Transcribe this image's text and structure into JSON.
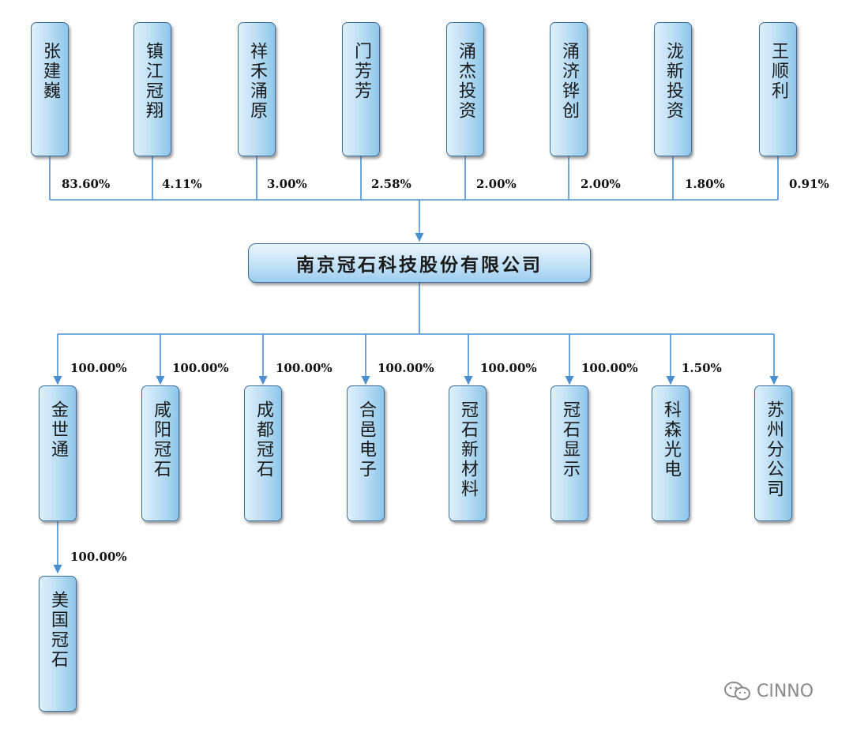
{
  "shareholders": [
    {
      "name": "张建巍",
      "pct": "83.60%"
    },
    {
      "name": "镇江冠翔",
      "pct": "4.11%"
    },
    {
      "name": "祥禾涌原",
      "pct": "3.00%"
    },
    {
      "name": "门芳芳",
      "pct": "2.58%"
    },
    {
      "name": "涌杰投资",
      "pct": "2.00%"
    },
    {
      "name": "涌济铧创",
      "pct": "2.00%"
    },
    {
      "name": "泷新投资",
      "pct": "1.80%"
    },
    {
      "name": "王顺利",
      "pct": "0.91%"
    }
  ],
  "company": "南京冠石科技股份有限公司",
  "subsidiaries": [
    {
      "name": "金世通",
      "pct": "100.00%"
    },
    {
      "name": "咸阳冠石",
      "pct": "100.00%"
    },
    {
      "name": "成都冠石",
      "pct": "100.00%"
    },
    {
      "name": "合邑电子",
      "pct": "100.00%"
    },
    {
      "name": "冠石新材料",
      "pct": "100.00%"
    },
    {
      "name": "冠石显示",
      "pct": "100.00%"
    },
    {
      "name": "科森光电",
      "pct": "1.50%"
    },
    {
      "name": "苏州分公司",
      "pct": ""
    }
  ],
  "grandchild": {
    "name": "美国冠石",
    "pct": "100.00%"
  },
  "watermark": {
    "text": "CINNO",
    "icon": "wechat-icon"
  },
  "colors": {
    "line": "#4a90d0",
    "box_border": "#3b6f9e"
  }
}
